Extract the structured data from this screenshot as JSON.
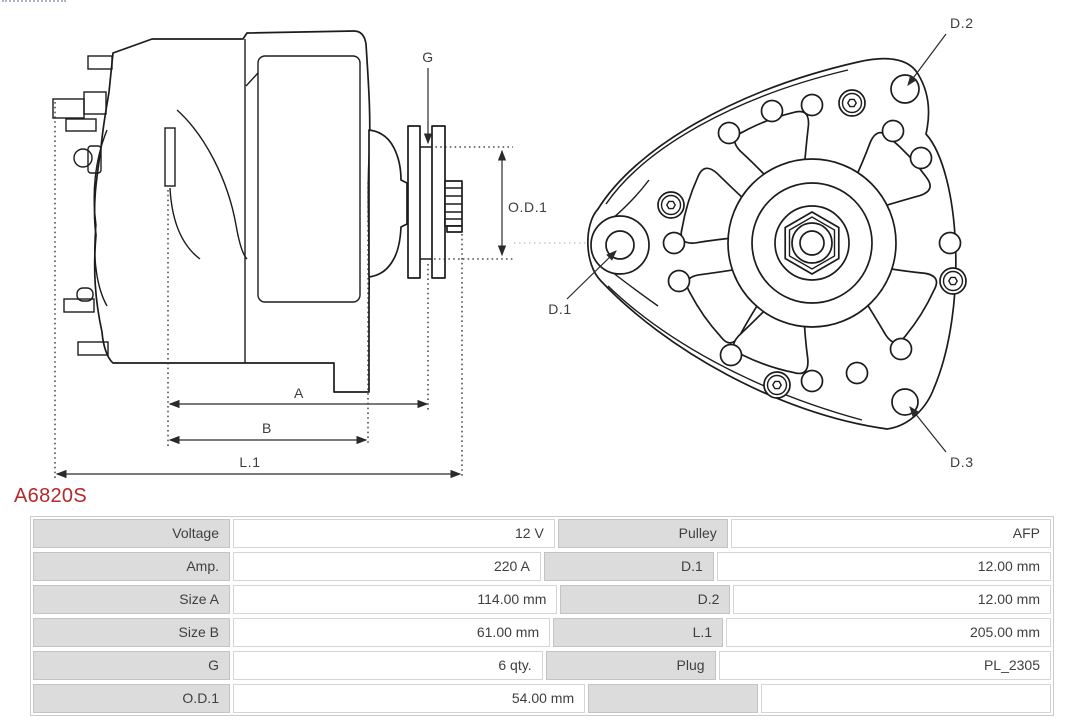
{
  "part": {
    "number": "A6820S"
  },
  "colors": {
    "accent_red": "#b5282c",
    "drawing_line": "#1c1c1c",
    "table_label_bg": "#dcdcdc"
  },
  "diagram": {
    "side_view": {
      "labels": {
        "g": "G",
        "od1": "O.D.1",
        "a": "A",
        "b": "B",
        "l1": "L.1"
      }
    },
    "front_view": {
      "labels": {
        "d1": "D.1",
        "d2": "D.2",
        "d3": "D.3"
      }
    }
  },
  "spec_table": {
    "rows": [
      {
        "label": "Voltage",
        "value": "12 V",
        "label2": "Pulley",
        "value2": "AFP"
      },
      {
        "label": "Amp.",
        "value": "220 A",
        "label2": "D.1",
        "value2": "12.00 mm"
      },
      {
        "label": "Size A",
        "value": "114.00  mm",
        "label2": "D.2",
        "value2": "12.00 mm"
      },
      {
        "label": "Size B",
        "value": "61.00 mm",
        "label2": "L.1",
        "value2": "205.00 mm"
      },
      {
        "label": "G",
        "value": "6 qty.",
        "label2": "Plug",
        "value2": "PL_2305"
      },
      {
        "label": "O.D.1",
        "value": "54.00 mm",
        "label2": "",
        "value2": ""
      }
    ]
  }
}
